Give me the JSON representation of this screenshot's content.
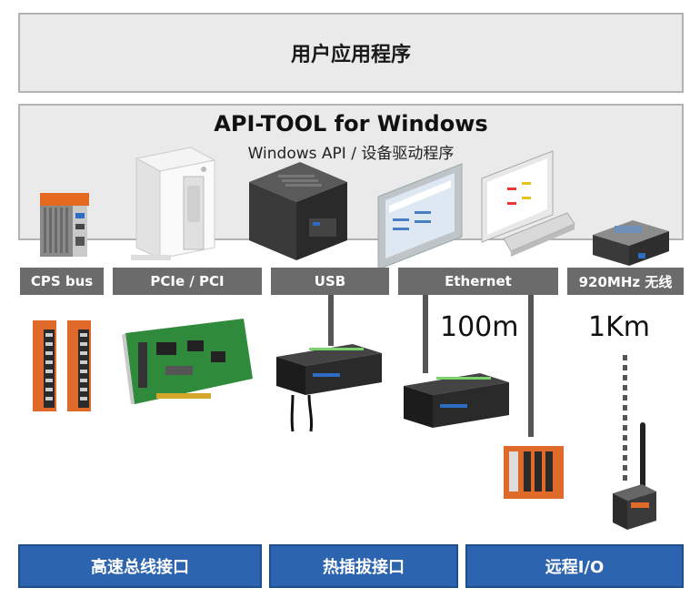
{
  "app_layer": {
    "label": "用户应用程序"
  },
  "api_layer": {
    "title": "API-TOOL for Windows",
    "subtitle": "Windows API / 设备驱动程序"
  },
  "bus_labels": [
    "CPS bus",
    "PCIe / PCI",
    "USB",
    "Ethernet",
    "920MHz 无线"
  ],
  "distances": {
    "ethernet": "100m",
    "wireless": "1Km"
  },
  "categories": [
    "高速总线接口",
    "热插拔接口",
    "远程I/O"
  ]
}
